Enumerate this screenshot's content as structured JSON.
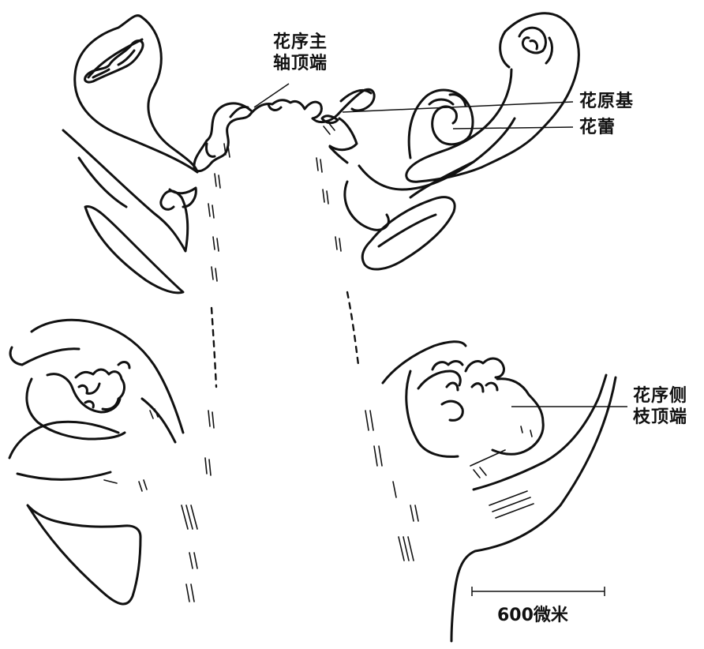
{
  "labels": {
    "main_axis_apex": [
      "花序主",
      "轴顶端"
    ],
    "flower_primordium": "花原基",
    "flower_bud": "花蕾",
    "lateral_branch_apex": [
      "花序侧",
      "枝顶端"
    ]
  },
  "scale_bar": {
    "text": "600微米",
    "length_value": 600,
    "unit": "微米"
  }
}
